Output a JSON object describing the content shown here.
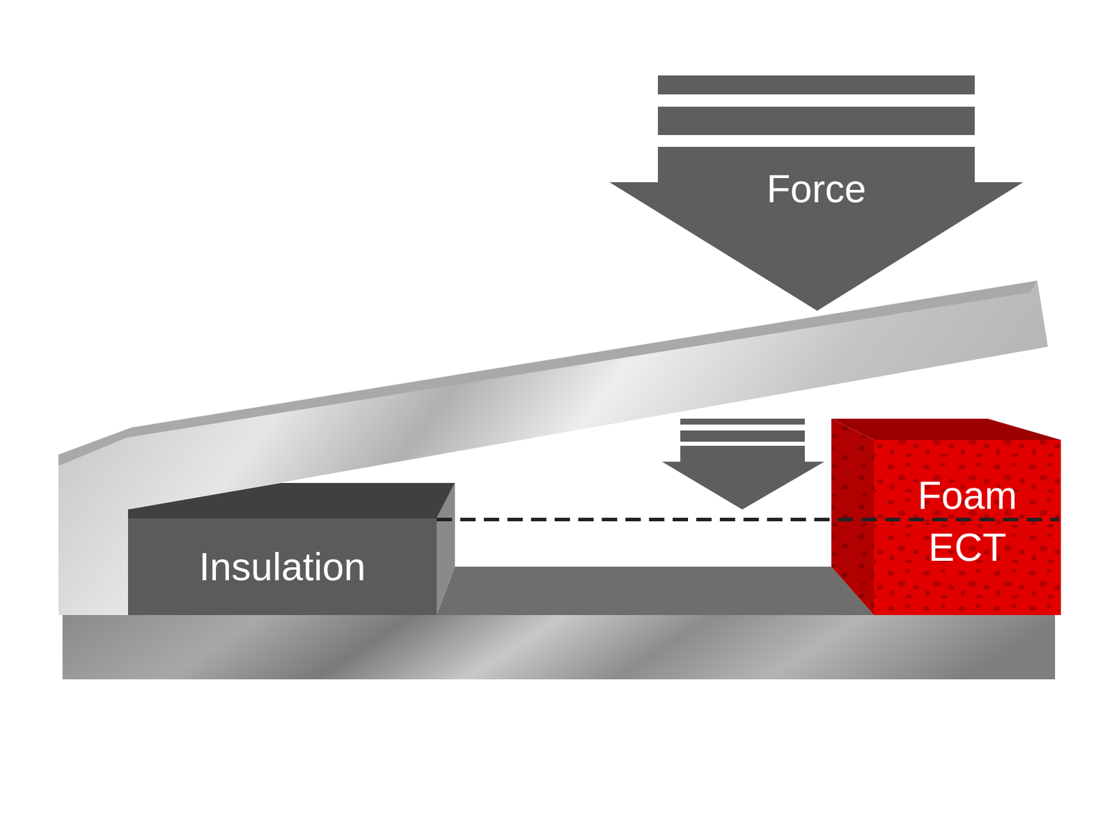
{
  "diagram": {
    "nodes": [
      {
        "text": [
          "Force"
        ]
      },
      {
        "text": [
          "Insulation"
        ]
      },
      {
        "text": [
          "Foam ECT"
        ]
      }
    ]
  }
}
